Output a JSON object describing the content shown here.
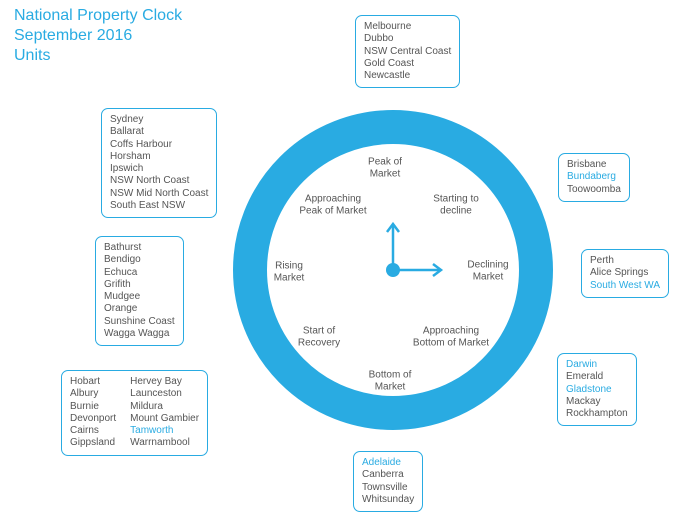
{
  "title": {
    "line1": "National Property Clock",
    "line2": "September 2016",
    "line3": "Units"
  },
  "colors": {
    "accent": "#29abe2",
    "text": "#555555"
  },
  "phases": {
    "peak": [
      "Peak of",
      "Market"
    ],
    "starting_to_decline": [
      "Starting to",
      "decline"
    ],
    "declining": [
      "Declining",
      "Market"
    ],
    "approaching_bottom": [
      "Approaching",
      "Bottom of Market"
    ],
    "bottom": [
      "Bottom of",
      "Market"
    ],
    "start_of_recovery": [
      "Start of",
      "Recovery"
    ],
    "rising": [
      "Rising",
      "Market"
    ],
    "approaching_peak": [
      "Approaching",
      "Peak of Market"
    ]
  },
  "boxes": {
    "top": [
      {
        "name": "Melbourne",
        "highlight": false
      },
      {
        "name": "Dubbo",
        "highlight": false
      },
      {
        "name": "NSW Central Coast",
        "highlight": false
      },
      {
        "name": "Gold Coast",
        "highlight": false
      },
      {
        "name": "Newcastle",
        "highlight": false
      }
    ],
    "upper_left": [
      {
        "name": "Sydney",
        "highlight": false
      },
      {
        "name": "Ballarat",
        "highlight": false
      },
      {
        "name": "Coffs Harbour",
        "highlight": false
      },
      {
        "name": "Horsham",
        "highlight": false
      },
      {
        "name": "Ipswich",
        "highlight": false
      },
      {
        "name": "NSW North Coast",
        "highlight": false
      },
      {
        "name": "NSW Mid North Coast",
        "highlight": false
      },
      {
        "name": "South East NSW",
        "highlight": false
      }
    ],
    "mid_left": [
      {
        "name": "Bathurst",
        "highlight": false
      },
      {
        "name": "Bendigo",
        "highlight": false
      },
      {
        "name": "Echuca",
        "highlight": false
      },
      {
        "name": "Grifith",
        "highlight": false
      },
      {
        "name": "Mudgee",
        "highlight": false
      },
      {
        "name": "Orange",
        "highlight": false
      },
      {
        "name": "Sunshine Coast",
        "highlight": false
      },
      {
        "name": "Wagga Wagga",
        "highlight": false
      }
    ],
    "lower_left_col1": [
      {
        "name": "Hobart",
        "highlight": false
      },
      {
        "name": "Albury",
        "highlight": false
      },
      {
        "name": "Burnie",
        "highlight": false
      },
      {
        "name": "Devonport",
        "highlight": false
      },
      {
        "name": "Cairns",
        "highlight": false
      },
      {
        "name": "Gippsland",
        "highlight": false
      }
    ],
    "lower_left_col2": [
      {
        "name": "Hervey Bay",
        "highlight": false
      },
      {
        "name": "Launceston",
        "highlight": false
      },
      {
        "name": "Mildura",
        "highlight": false
      },
      {
        "name": "Mount Gambier",
        "highlight": false
      },
      {
        "name": "Tamworth",
        "highlight": true
      },
      {
        "name": "Warrnambool",
        "highlight": false
      }
    ],
    "bottom": [
      {
        "name": "Adelaide",
        "highlight": true
      },
      {
        "name": "Canberra",
        "highlight": false
      },
      {
        "name": "Townsville",
        "highlight": false
      },
      {
        "name": "Whitsunday",
        "highlight": false
      }
    ],
    "lower_right": [
      {
        "name": "Darwin",
        "highlight": true
      },
      {
        "name": "Emerald",
        "highlight": false
      },
      {
        "name": "Gladstone",
        "highlight": true
      },
      {
        "name": "Mackay",
        "highlight": false
      },
      {
        "name": "Rockhampton",
        "highlight": false
      }
    ],
    "mid_right": [
      {
        "name": "Perth",
        "highlight": false
      },
      {
        "name": "Alice Springs",
        "highlight": false
      },
      {
        "name": "South West WA",
        "highlight": true
      }
    ],
    "upper_right": [
      {
        "name": "Brisbane",
        "highlight": false
      },
      {
        "name": "Bundaberg",
        "highlight": true
      },
      {
        "name": "Toowoomba",
        "highlight": false
      }
    ]
  }
}
